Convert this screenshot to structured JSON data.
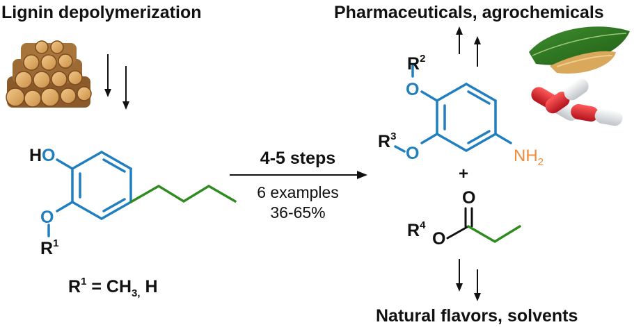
{
  "titles": {
    "left": "Lignin depolymerization",
    "right_top": "Pharmaceuticals, agrochemicals",
    "bottom": "Natural flavors, solvents"
  },
  "reaction": {
    "steps": "4-5 steps",
    "examples": "6 examples",
    "yield": "36-65%"
  },
  "left_molecule": {
    "oh_h": "H",
    "oh_o": "O",
    "r_label": "R",
    "r_sup": "1",
    "r_eq_r": "R",
    "r_eq_sup": "1",
    "r_eq_rest": " = CH",
    "r_eq_sub": "3,",
    "r_eq_h": " H"
  },
  "aniline": {
    "r2": "R",
    "r2_sup": "2",
    "r3": "R",
    "r3_sup": "3",
    "o_top": "O",
    "o_left": "O",
    "nh": "NH",
    "nh_sub": "2",
    "plus": "+"
  },
  "ester": {
    "carbonyl_o": "O",
    "ether_o": "O",
    "r4": "R",
    "r4_sup": "4"
  },
  "colors": {
    "ring_blue": "#1f7fc0",
    "chain_green": "#2e8b1e",
    "amine_orange": "#f08a3c",
    "text": "#111111"
  },
  "icons": [
    "wood-logs-icon",
    "leaf-icon",
    "capsules-icon"
  ]
}
